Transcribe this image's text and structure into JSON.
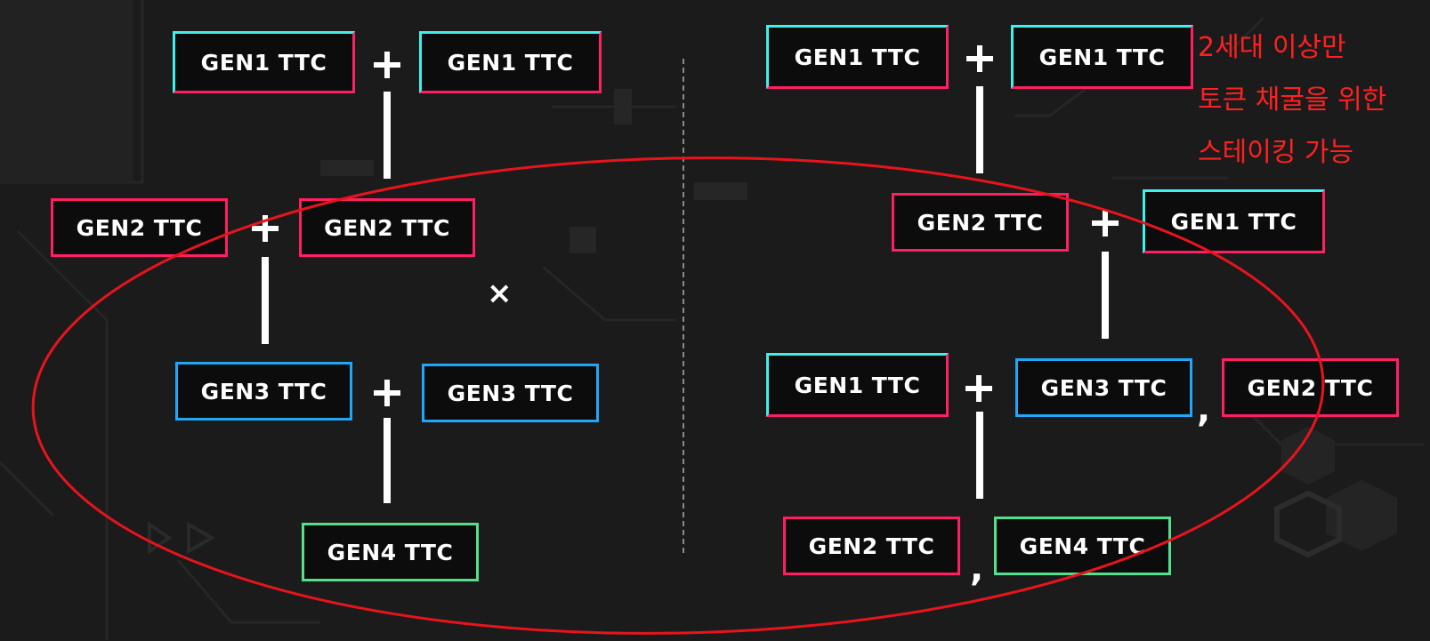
{
  "colors": {
    "background": "#1b1b1c",
    "gen1_top_left": "#3ff0ea",
    "gen1_bottom_right": "#ff1f63",
    "gen2": "#ff1f63",
    "gen3": "#23a6f5",
    "gen4": "#54e08a",
    "annotation": "#ff2020"
  },
  "left_tree": {
    "row1": {
      "a": "GEN1 TTC",
      "b": "GEN1 TTC"
    },
    "row2": {
      "a": "GEN2 TTC",
      "b": "GEN2 TTC"
    },
    "row3": {
      "a": "GEN3 TTC",
      "b": "GEN3 TTC"
    },
    "row4": {
      "result": "GEN4 TTC"
    },
    "cross_mark": "×"
  },
  "right_tree": {
    "row1": {
      "a": "GEN1 TTC",
      "b": "GEN1 TTC"
    },
    "row2": {
      "a": "GEN2 TTC",
      "b": "GEN1 TTC"
    },
    "row3": {
      "a": "GEN1 TTC",
      "b": "GEN3 TTC",
      "alt": "GEN2 TTC",
      "separator": ","
    },
    "row4": {
      "a": "GEN2 TTC",
      "b": "GEN4 TTC",
      "separator": ","
    }
  },
  "annotation": {
    "line1": "2세대 이상만",
    "line2": "토큰 채굴을 위한",
    "line3": "스테이킹 가능"
  }
}
